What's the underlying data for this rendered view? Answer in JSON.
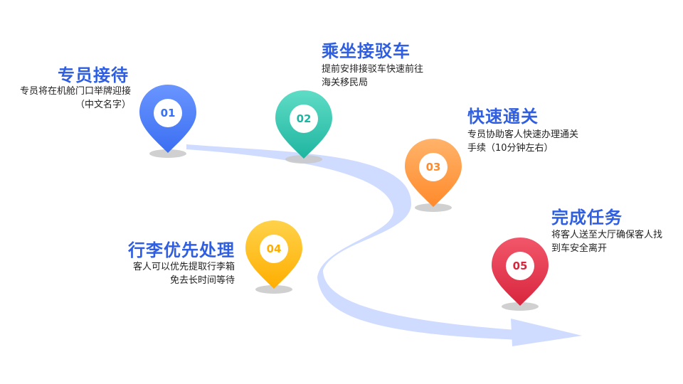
{
  "steps": [
    {
      "number": "01",
      "title": "专员接待",
      "desc": [
        "专员将在机舱门口举牌迎接",
        "（中文名字）"
      ],
      "color": "#3b6ff2",
      "color_light": "#6a95ff"
    },
    {
      "number": "02",
      "title": "乘坐接驳车",
      "desc": [
        "提前安排接驳车快速前往",
        "海关移民局"
      ],
      "color": "#1fb5a0",
      "color_light": "#5fdcc6"
    },
    {
      "number": "03",
      "title": "快速通关",
      "desc": [
        "专员协助客人快速办理通关",
        "手续（10分钟左右）"
      ],
      "color": "#ff8a2b",
      "color_light": "#ffb36a"
    },
    {
      "number": "04",
      "title": "行李优先处理",
      "desc": [
        "客人可以优先提取行李箱",
        "免去长时间等待"
      ],
      "color": "#ffae00",
      "color_light": "#ffd24a"
    },
    {
      "number": "05",
      "title": "完成任务",
      "desc": [
        "将客人送至大厅确保客人找",
        "到车安全离开"
      ],
      "color": "#d8263e",
      "color_light": "#f2566a"
    }
  ],
  "road_color": "#cfdcff"
}
